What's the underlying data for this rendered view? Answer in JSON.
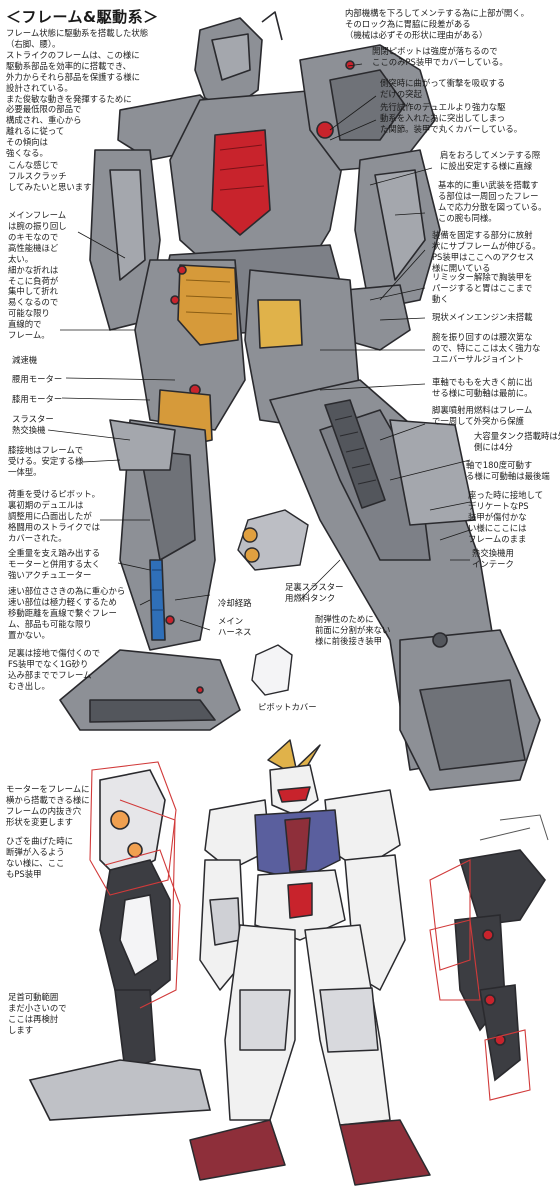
{
  "title": "＜フレーム&駆動系＞",
  "colors": {
    "frame_gray": "#8d9096",
    "frame_dark": "#53565c",
    "frame_outline": "#2a2a2e",
    "red_joint": "#c8232c",
    "gold_motor": "#d69a3a",
    "blue_cylinder": "#2f6fb8",
    "armor_white": "#f1f1f1",
    "armor_blue": "#5a5f9e",
    "armor_red": "#8e2f3a",
    "sketch_red": "#d13a3a"
  },
  "notes": {
    "intro": "フレーム状態に駆動系を搭載した状態\n（右脚、腰）。\nストライクのフレームは、この様に\n駆動系部品を効率的に搭載でき、\n外力からそれら部品を保護する様に\n設計されている。\nまた俊敏な動きを発揮するために\n必要最低限の部品で\n構成され、重心から\n離れるに従って\nその傾向は\n強くなる。",
    "clutch": "こんな感じで\nフルスクラッチ\nしてみたいと思います",
    "main_frame": "メインフレーム\nは腕の振り回し\nのキモなので\n高性能機ほど\n太い。\n細かな折れは\nそこに負荷が\n集中して折れ\n易くなるので\n可能な限り\n直線的で\nフレーム。",
    "reducer": "減速機",
    "hip_motor": "腰用モーター",
    "knee_motor": "膝用モーター",
    "thruster_cooler": "スラスター\n熱交換機",
    "knee_frame": "膝接地はフレームで\n受ける。安定する様\n一体型。",
    "load_pivot": "荷重を受けるピボット。\n裏初期のデュエルは\n調整用に凸面出したが\n格闘用のストライクでは\nカバーされた。",
    "actuator": "全重量を支え踏み出する\nモーターと併用する太く\n強いアクチュエーター",
    "fast_parts": "速い部位ささきの為に重心から\n速い部位は極力軽くするため\n移動距離を直線で繋ぐフレー\nム、部品も可能な限り\n置かない。",
    "sole": "足裏は接地で傷付くので\nFS装甲でなく1G砂り\n込み部まででフレーム\nむき出し。",
    "cooling_path": "冷却経路",
    "main_harness": "メイン\nハーネス",
    "sole_thruster": "足裏スラスター\n用燃料タンク",
    "heat_resist": "耐弾性のために\n前面に分割が来ない\n様に前後接き装甲",
    "pivot_cover": "ピボットカバー",
    "top_hatch": "内部機構を下ろしてメンテする為に上部が開く。\nそのロック為に胃脇に段差がある\n（機械は必ずその形状に理由がある）",
    "open_pivot": "開閉ピボットは強度が落ちるので\nここのみPS装甲でカバーしている。",
    "side_bend": "側突時に曲がって衝撃を吸収する\nだけの突起",
    "prototype": "先行試作のデュエルより強力な駆\n動系を入れた為に突出してしまっ\nた関節。装甲で丸くカバーしている。",
    "shoulder_maint": "肩をおろしてメンテする際\nに設出安定する様に直線",
    "heavy_weapon": "基本的に重い武装を搭載す\nる部位は一周回ったフレー\nムで応力分散を図っている。\nこの腕も同様。",
    "armor_fix": "装備を固定する部分に放射\n状にサブフレームが伸びる。\nPS装甲はここへのアクセス\n様に開いている",
    "limiter": "リミッター解除で胸装甲を\nパージすると胃はここまで\n動く",
    "engine": "現状メインエンジン未搭載",
    "arm_joint": "腕を振り回すのは腰次第な\nので、特にここは太く強力な\nユニバーサルジョイント",
    "axle": "車軸でももを大きく前に出\nせる様に可動軸は最前に。",
    "fuel_jet": "脚裏噴射用燃料はフレーム\nで一周して外突から保護",
    "tank": "大容量タンク搭載時は外\n側には4分",
    "rotate": "軸で180度可動す\nる様に可動軸は最後端",
    "seat": "座った時に接地して\nデリケートなPS\n装甲が傷付かな\nい様にここには\nフレームのまま",
    "intake": "熱交換機用\nインテーク",
    "motor_frame": "モーターをフレームに\n横から搭載できる様に\nフレームの内抜き穴\n形状を変更します",
    "knee_bend": "ひざを曲げた時に\n断弾が入るよう\nない様に、ここ\nもPS装甲",
    "ankle": "足首可動範囲\nまだ小さいので\nここは再検討\nします"
  }
}
